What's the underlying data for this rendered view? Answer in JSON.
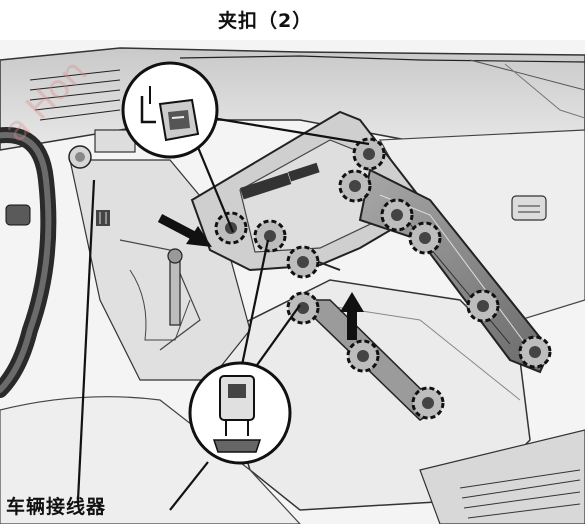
{
  "callouts": {
    "clip": "夹扣（2）",
    "connector": "车辆接线器"
  },
  "watermark": "a Hon",
  "colors": {
    "line": "#111111",
    "panel": "#e3e3e3",
    "trim": "#b0b0b0",
    "dark": "#3a3a3a"
  }
}
